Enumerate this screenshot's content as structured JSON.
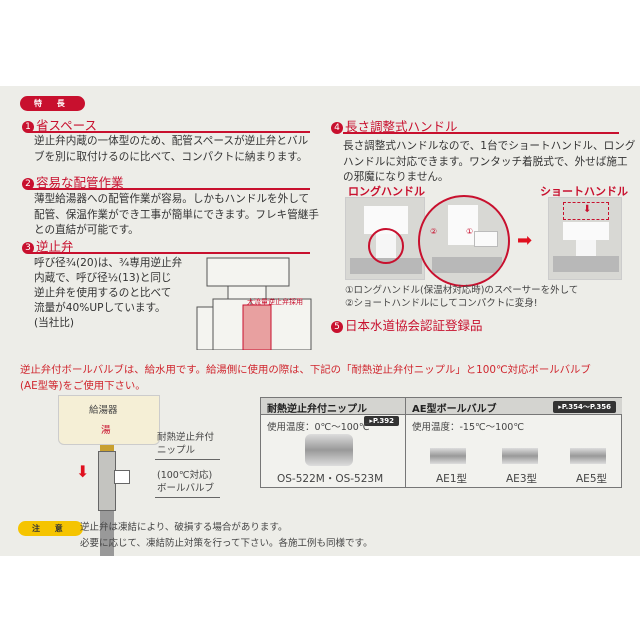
{
  "features_badge": "特 長",
  "sections": [
    {
      "num": "1",
      "title": "省スペース",
      "lines": [
        "逆止弁内蔵の一体型のため、配管スペースが逆止弁とバル",
        "ブを別に取付けるのに比べて、コンパクトに納まります。"
      ]
    },
    {
      "num": "2",
      "title": "容易な配管作業",
      "lines": [
        "薄型給湯器への配管作業が容易。しかもハンドルを外して",
        "配管、保温作業ができ工事が簡単にできます。フレキ管継手",
        "との直結が可能です。"
      ]
    },
    {
      "num": "3",
      "title": "逆止弁",
      "lines": [
        "呼び径¾(20)は、¾専用逆止弁",
        "内蔵で、呼び径½(13)と同じ",
        "逆止弁を使用するのと比べて",
        "流量が40%UPしています。",
        "(当社比)"
      ],
      "diagram_label": "大流量逆止弁採用"
    },
    {
      "num": "4",
      "title": "長さ調整式ハンドル",
      "lines": [
        "長さ調整式ハンドルなので、1台でショートハンドル、ロング",
        "ハンドルに対応できます。ワンタッチ着脱式で、外せば施工",
        "の邪魔になりません。"
      ],
      "long_label": "ロングハンドル",
      "short_label": "ショートハンドル",
      "step1": "①",
      "step2": "②",
      "captions": [
        "①ロングハンドル(保温材対応時)のスペーサーを外して",
        "②ショートハンドルにしてコンパクトに変身!"
      ]
    },
    {
      "num": "5",
      "title": "日本水道協会認証登録品"
    }
  ],
  "notice_lines": [
    "逆止弁付ボールバルブは、給水用です。給湯側に使用の際は、下記の「耐熱逆止弁付ニップル」と100℃対応ボールバルブ",
    "(AE型等)をご使用下さい。"
  ],
  "install": {
    "heater": "給湯器",
    "hot": "湯",
    "nipple": [
      "耐熱逆止弁付",
      "ニップル"
    ],
    "valve": [
      "(100℃対応)",
      "ボールバルブ"
    ]
  },
  "table": {
    "col1": {
      "title": "耐熱逆止弁付ニップル",
      "page": "▸P.392",
      "temp": "使用温度：0℃～100℃",
      "models": "OS-522M・OS-523M"
    },
    "col2": {
      "title": "AE型ボールバルブ",
      "page": "▸P.354～P.356",
      "temp": "使用温度：-15℃～100℃",
      "models": [
        "AE1型",
        "AE3型",
        "AE5型"
      ]
    }
  },
  "caution": {
    "badge": "注 意",
    "lines": [
      "逆止弁は凍結により、破損する場合があります。",
      "必要に応じて、凍結防止対策を行って下さい。各施工例も同様です。"
    ]
  },
  "colors": {
    "accent": "#c8102e",
    "background": "#ededE8"
  }
}
